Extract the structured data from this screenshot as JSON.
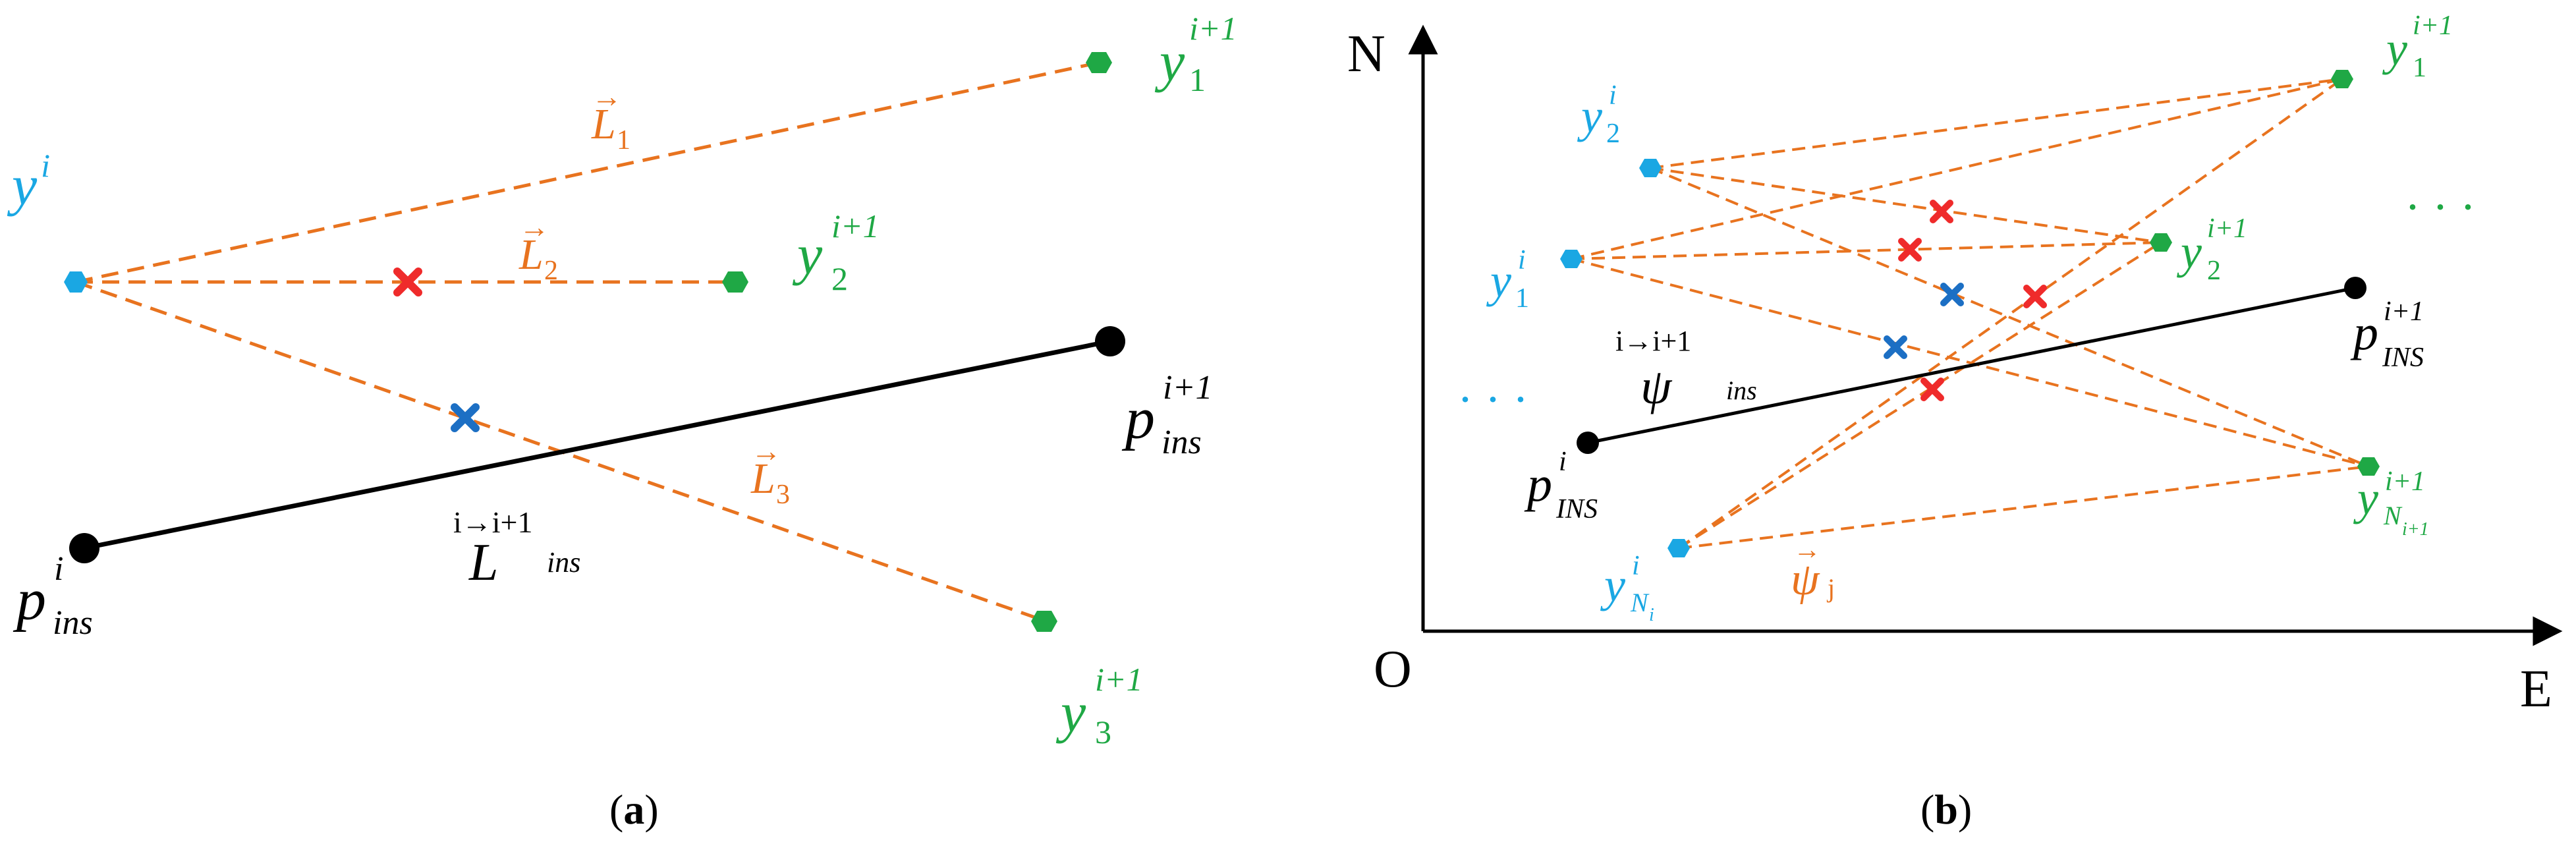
{
  "colors": {
    "orange": "#e8731f",
    "cyan": "#1aa7e3",
    "green": "#1fa845",
    "red": "#ef2b2b",
    "blue": "#1c6fc4",
    "black": "#000000"
  },
  "icons": {
    "start_node": "cyan-hexagon-icon",
    "end_node": "green-hexagon-icon",
    "ins_node": "black-dot-icon",
    "intersection_red": "red-cross-icon",
    "intersection_blue": "blue-cross-icon"
  },
  "panel_a": {
    "caption": {
      "open": "(",
      "letter": "a",
      "close": ")"
    },
    "start": {
      "base": "y",
      "sup": "i"
    },
    "green_nodes": [
      {
        "base": "y",
        "sub": "1",
        "sup": "i+1"
      },
      {
        "base": "y",
        "sub": "2",
        "sup": "i+1"
      },
      {
        "base": "y",
        "sub": "3",
        "sup": "i+1"
      }
    ],
    "vectors": [
      {
        "base": "L",
        "sub": "1",
        "arrow": "→"
      },
      {
        "base": "L",
        "sub": "2",
        "arrow": "→"
      },
      {
        "base": "L",
        "sub": "3",
        "arrow": "→"
      }
    ],
    "ins_start": {
      "base": "p",
      "sub": "ins",
      "sup": "i"
    },
    "ins_end": {
      "base": "p",
      "sub": "ins",
      "sup": "i+1"
    },
    "ins_line": {
      "base": "L",
      "sub": "ins",
      "sup": "i→i+1"
    }
  },
  "panel_b": {
    "caption": {
      "open": "(",
      "letter": "b",
      "close": ")"
    },
    "axis_north": "N",
    "axis_east": "E",
    "origin": "O",
    "ellipsis": "· · ·",
    "cyan_nodes": [
      {
        "base": "y",
        "sub": "2",
        "sup": "i"
      },
      {
        "base": "y",
        "sub": "1",
        "sup": "i"
      },
      {
        "base": "y",
        "sub": "N",
        "subsub": "i",
        "sup": "i"
      }
    ],
    "green_nodes": [
      {
        "base": "y",
        "sub": "1",
        "sup": "i+1"
      },
      {
        "base": "y",
        "sub": "2",
        "sup": "i+1"
      },
      {
        "base": "y",
        "sub": "N",
        "subsub": "i+1",
        "sup": "i+1"
      }
    ],
    "ins_start": {
      "base": "p",
      "sub": "INS",
      "sup": "i"
    },
    "ins_end": {
      "base": "p",
      "sub": "INS",
      "sup": "i+1"
    },
    "ins_line": {
      "base": "ψ",
      "sub": "ins",
      "sup": "i→i+1"
    },
    "vector_label": {
      "base": "ψ",
      "sub": "j",
      "arrow": "→"
    }
  }
}
